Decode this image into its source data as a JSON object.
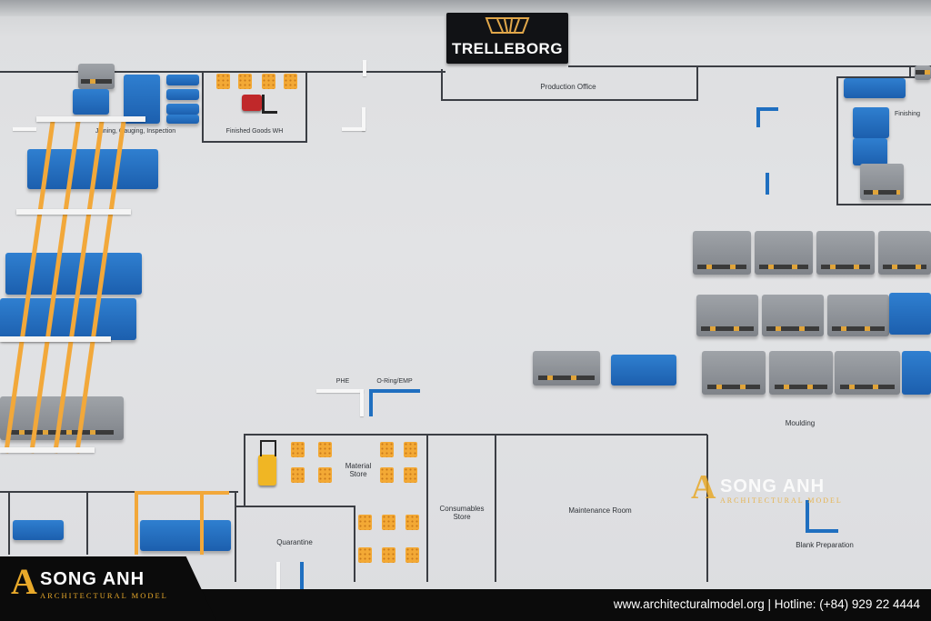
{
  "brand": {
    "name": "TRELLEBORG",
    "logo_icon": "trelleborg-logo-icon"
  },
  "areas": {
    "production_office": "Production Office",
    "finished_goods": "Finished Goods WH",
    "joining": "Joining, Gauging, Inspection",
    "finishing": "Finishing",
    "material_store": "Material\nStore",
    "quarantine": "Quarantine",
    "consumables": "Consumables\nStore",
    "maintenance": "Maintenance Room",
    "moulding": "Moulding",
    "blank_prep": "Blank Preparation"
  },
  "signs": {
    "phe": "PHE",
    "oring": "O-Ring/EMP"
  },
  "watermark": {
    "mark": "A",
    "name": "SONG ANH",
    "sub": "ARCHITECTURAL MODEL"
  },
  "footer": {
    "contact": "www.architecturalmodel.org | Hotline: (+84) 929 22 4444"
  },
  "colors": {
    "machine_blue": "#1f6fc0",
    "machine_grey": "#8a8e93",
    "pallet_orange": "#f3a935",
    "floor": "#e2e3e5"
  }
}
